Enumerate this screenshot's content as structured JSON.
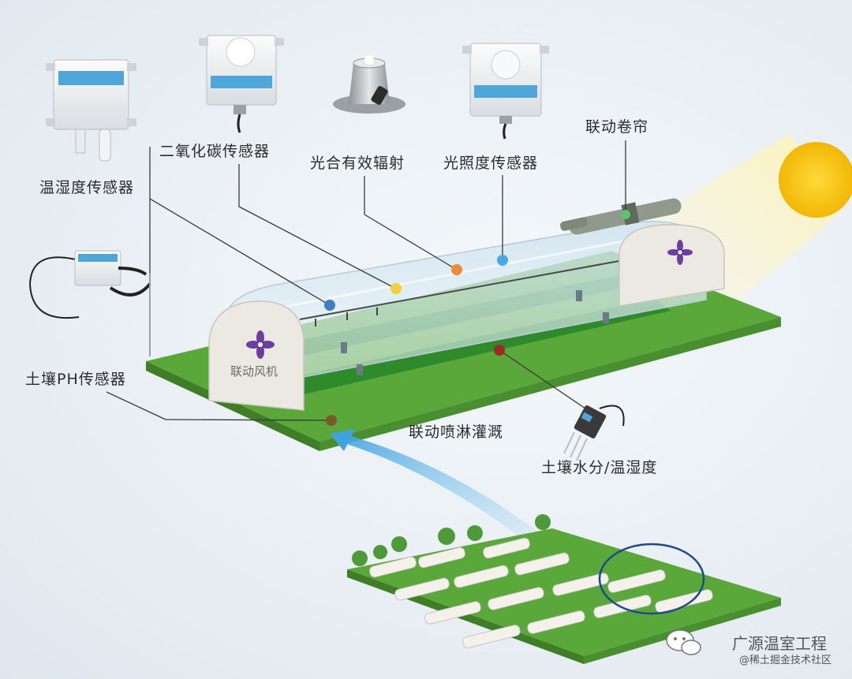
{
  "labels": {
    "temp_humidity": "温湿度传感器",
    "co2": "二氧化碳传感器",
    "par": "光合有效辐射",
    "light": "光照度传感器",
    "curtain": "联动卷帘",
    "soil_ph": "土壤PH传感器",
    "sprinkler": "联动喷淋灌溉",
    "soil_moisture": "土壤水分/温湿度",
    "fan": "联动风机"
  },
  "watermark": {
    "line1": "广源温室工程",
    "line2": "@稀土掘金技术社区"
  },
  "colors": {
    "ground_green": "#5aa83a",
    "crop_green": "#2f8a2c",
    "sensor_blue": "#4fa6d8",
    "sun_yellow": "#f7c51e",
    "dot_blue": "#3f7fbf",
    "dot_yellow": "#f2d23a",
    "dot_orange": "#ee8a3a",
    "dot_lightblue": "#49a9e0",
    "dot_red": "#9a2a22",
    "dot_brown": "#7a5a2a",
    "fan_purple": "#6a3fa0"
  },
  "icons": [
    "fan-icon",
    "sun-icon",
    "wechat-icon"
  ]
}
